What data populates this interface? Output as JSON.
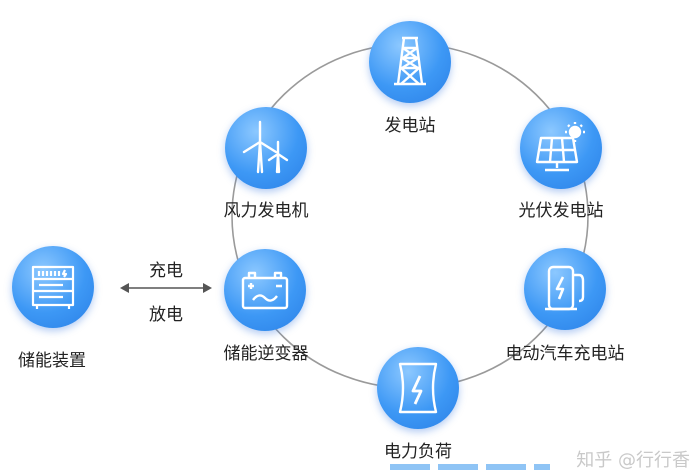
{
  "diagram": {
    "nodes": [
      {
        "id": "power-station",
        "label": "发电站",
        "icon": "tower-icon"
      },
      {
        "id": "pv-station",
        "label": "光伏发电站",
        "icon": "solar-panel-icon"
      },
      {
        "id": "ev-charging",
        "label": "电动汽车充电站",
        "icon": "ev-charger-icon"
      },
      {
        "id": "power-load",
        "label": "电力负荷",
        "icon": "lightning-icon"
      },
      {
        "id": "storage-inverter",
        "label": "储能逆变器",
        "icon": "battery-icon"
      },
      {
        "id": "wind-generator",
        "label": "风力发电机",
        "icon": "wind-turbine-icon"
      }
    ],
    "storage_device": {
      "label": "储能装置",
      "icon": "storage-rack-icon"
    },
    "charge_label": "充电",
    "discharge_label": "放电",
    "accent_color": "#3d98f5"
  },
  "watermark": "知乎 @行行香"
}
